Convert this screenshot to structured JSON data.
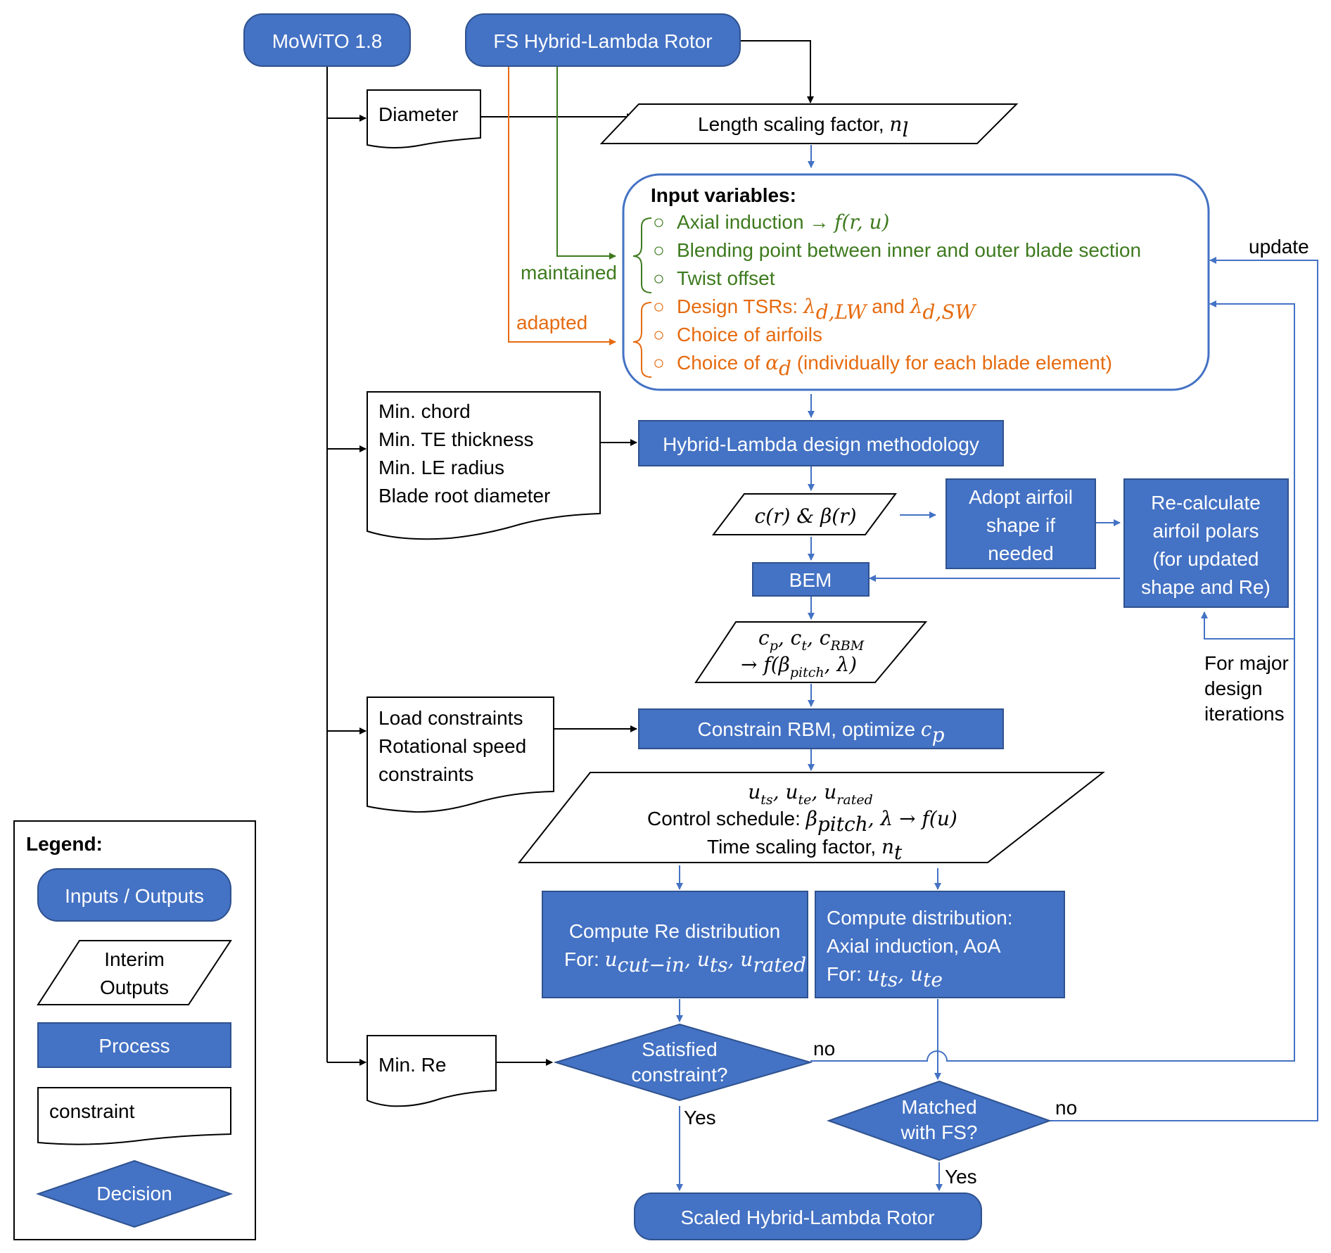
{
  "inputs": {
    "mowito": "MoWiTO 1.8",
    "fs_rotor": "FS Hybrid-Lambda Rotor"
  },
  "constraints": {
    "diameter": "Diameter",
    "geometry": [
      "Min. chord",
      "Min. TE thickness",
      "Min. LE radius",
      "Blade root diameter"
    ],
    "loads": [
      "Load constraints",
      "Rotational speed",
      "constraints"
    ],
    "min_re": "Min. Re"
  },
  "length_scaling": {
    "text": "Length scaling factor, ",
    "sym": "n",
    "sub": "l"
  },
  "input_variables": {
    "title": "Input variables:",
    "maintained_label": "maintained",
    "adapted_label": "adapted",
    "bullet": "○",
    "axial_induction": "Axial  induction → ",
    "axial_induction_math": "f(r, u)",
    "blending_point": "Blending point between inner and outer blade section",
    "twist_offset": "Twist offset",
    "design_tsrs": "Design TSRs: ",
    "tsr_lw_sub": "d,LW",
    "tsr_and": " and ",
    "tsr_sw_sub": "d,SW",
    "choice_airfoils": "Choice of airfoils",
    "choice_alpha_pre": "Choice of ",
    "choice_alpha_sub": "d",
    "choice_alpha_post": " (individually for each blade element)",
    "lambda": "λ",
    "alpha": "α"
  },
  "process": {
    "hybrid_lambda": "Hybrid-Lambda design methodology",
    "c_beta": "c(r) & β(r)",
    "adopt_airfoil": [
      "Adopt airfoil",
      "shape if",
      "needed"
    ],
    "recalc_polars": [
      "Re-calculate",
      "airfoil polars",
      "(for updated",
      "shape and Re)"
    ],
    "bem": "BEM",
    "coeffs_line1_parts": [
      "c",
      "p",
      ", c",
      "t",
      ", c",
      "RBM"
    ],
    "coeffs_line2": "→ f(β",
    "coeffs_line2_sub": "pitch",
    "coeffs_line2_end": ", λ)",
    "constrain_rbm": "Constrain RBM, optimize ",
    "constrain_rbm_math": "c",
    "constrain_rbm_sub": "p",
    "schedule_line1": "u",
    "schedule_subs": [
      "ts",
      "te",
      "rated"
    ],
    "schedule_line2": "Control schedule: ",
    "schedule_line2_math": "β",
    "schedule_line2_sub": "pitch",
    "schedule_line2_end": ", λ → f(u)",
    "schedule_line3": "Time scaling factor, ",
    "schedule_line3_math": "n",
    "schedule_line3_sub": "t",
    "compute_re_1": "Compute Re distribution",
    "compute_re_2": "For: ",
    "compute_re_subs": [
      "cut−in",
      "ts",
      "rated"
    ],
    "compute_dist_1": "Compute distribution:",
    "compute_dist_2": "Axial induction, AoA",
    "compute_dist_3": "For: ",
    "compute_dist_subs": [
      "ts",
      "te"
    ]
  },
  "decisions": {
    "satisfied": [
      "Satisfied",
      "constraint?"
    ],
    "matched": [
      "Matched",
      "with FS?"
    ],
    "yes": "Yes",
    "no": "no"
  },
  "output": "Scaled Hybrid-Lambda Rotor",
  "annotations": {
    "update": "update",
    "major_iterations": [
      "For major",
      "design",
      "iterations"
    ]
  },
  "legend": {
    "title": "Legend:",
    "inputs_outputs": "Inputs / Outputs",
    "interim_outputs": [
      "Interim",
      "Outputs"
    ],
    "process": "Process",
    "constraint": "constraint",
    "decision": "Decision"
  },
  "colors": {
    "process_blue": "#4472c4",
    "maintained_green": "#3e7a1e",
    "adapted_orange": "#e56b10"
  }
}
